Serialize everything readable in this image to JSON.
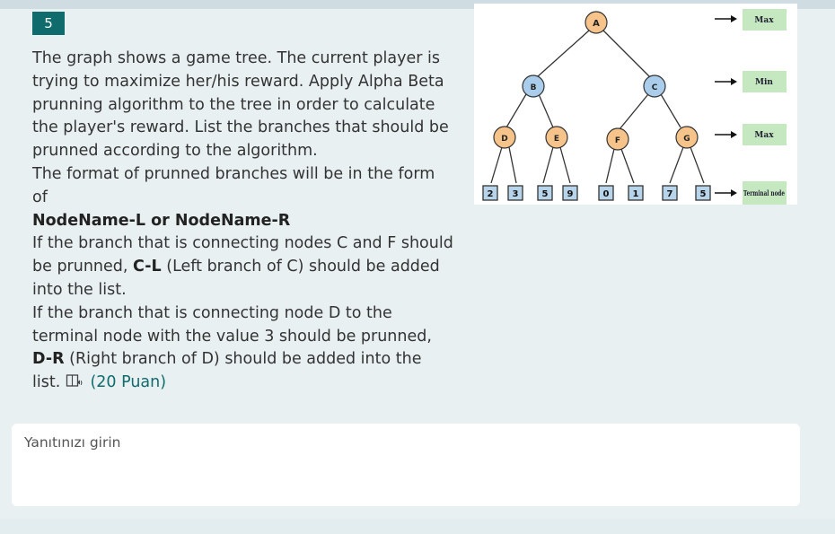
{
  "question": {
    "number": "5",
    "para1": "The graph shows a game tree. The current player is trying to maximize her/his reward. Apply Alpha Beta prunning algorithm to the tree in order to calculate the player's reward. List the branches that should be prunned according to the algorithm.",
    "para2": "The format of prunned branches will be in the form of",
    "format_bold": "NodeName-L  or NodeName-R",
    "para3_pre": "If the branch that is connecting nodes C and F should be prunned, ",
    "para3_bold": "C-L",
    "para3_post": " (Left branch of C) should be added into the list.",
    "para4_pre": "If the branch that is connecting node D to the terminal node with the value 3 should be prunned, ",
    "para4_bold": "D-R",
    "para4_post": " (Right branch of D) should be  added into the list.",
    "points": "(20 Puan)",
    "reader_icon": "immersive-reader-icon"
  },
  "tree": {
    "nodes": {
      "A": "A",
      "B": "B",
      "C": "C",
      "D": "D",
      "E": "E",
      "F": "F",
      "G": "G"
    },
    "leaves": [
      "2",
      "3",
      "5",
      "9",
      "0",
      "1",
      "7",
      "5"
    ],
    "levels": [
      {
        "label": "Max"
      },
      {
        "label": "Min"
      },
      {
        "label": "Max"
      },
      {
        "label": "Terminal node"
      }
    ]
  },
  "answer": {
    "placeholder": "Yanıtınızı girin"
  }
}
